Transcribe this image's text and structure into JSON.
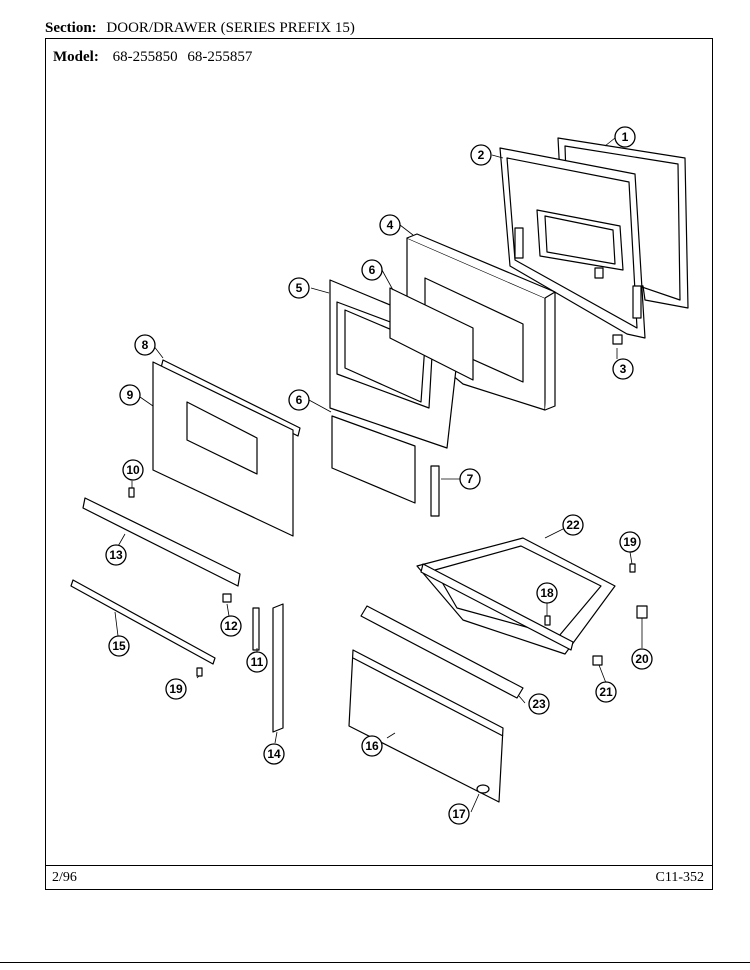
{
  "header": {
    "section_label": "Section:",
    "section_value": "DOOR/DRAWER (SERIES PREFIX 15)",
    "model_label": "Model:",
    "models": [
      "68-255850",
      "68-255857"
    ]
  },
  "footer": {
    "date": "2/96",
    "code": "C11-352"
  },
  "callouts": [
    "1",
    "2",
    "3",
    "4",
    "5",
    "6",
    "6",
    "7",
    "8",
    "9",
    "10",
    "11",
    "12",
    "13",
    "14",
    "15",
    "16",
    "17",
    "18",
    "19",
    "19",
    "20",
    "21",
    "22",
    "23"
  ]
}
